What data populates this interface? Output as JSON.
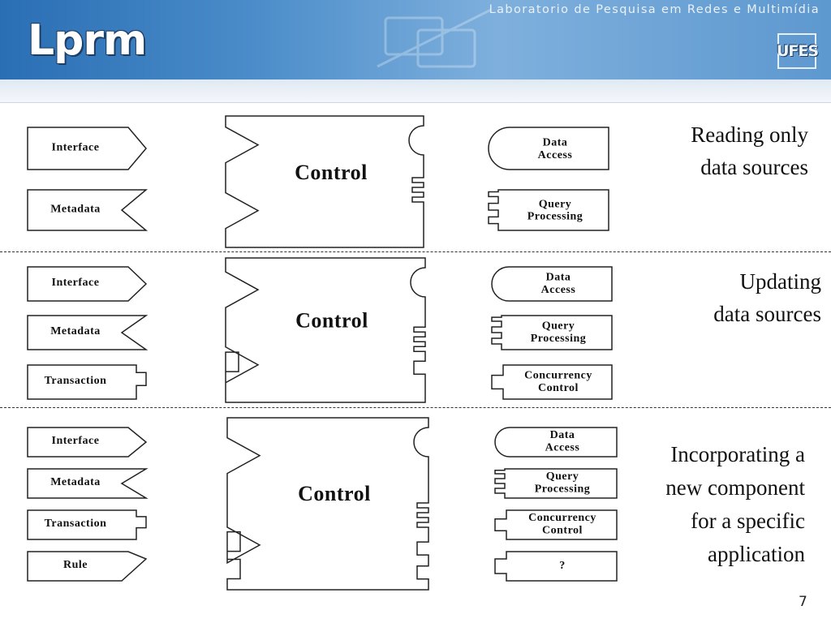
{
  "header": {
    "logo": "Lprm",
    "lab_name": "Laboratorio de Pesquisa em Redes e Multimídia",
    "university_logo": "UFES"
  },
  "sections": [
    {
      "label": "Reading only\ndata sources",
      "left_components": [
        "Interface",
        "Metadata"
      ],
      "center": "Control",
      "right_components": [
        "Data\nAccess",
        "Query\nProcessing"
      ]
    },
    {
      "label": "Updating\ndata sources",
      "left_components": [
        "Interface",
        "Metadata",
        "Transaction"
      ],
      "center": "Control",
      "right_components": [
        "Data\nAccess",
        "Query\nProcessing",
        "Concurrency\nControl"
      ]
    },
    {
      "label": "Incorporating a\nnew component\nfor a specific\napplication",
      "left_components": [
        "Interface",
        "Metadata",
        "Transaction",
        "Rule"
      ],
      "center": "Control",
      "right_components": [
        "Data\nAccess",
        "Query\nProcessing",
        "Concurrency\nControl",
        "?"
      ]
    }
  ],
  "page_number": "7"
}
